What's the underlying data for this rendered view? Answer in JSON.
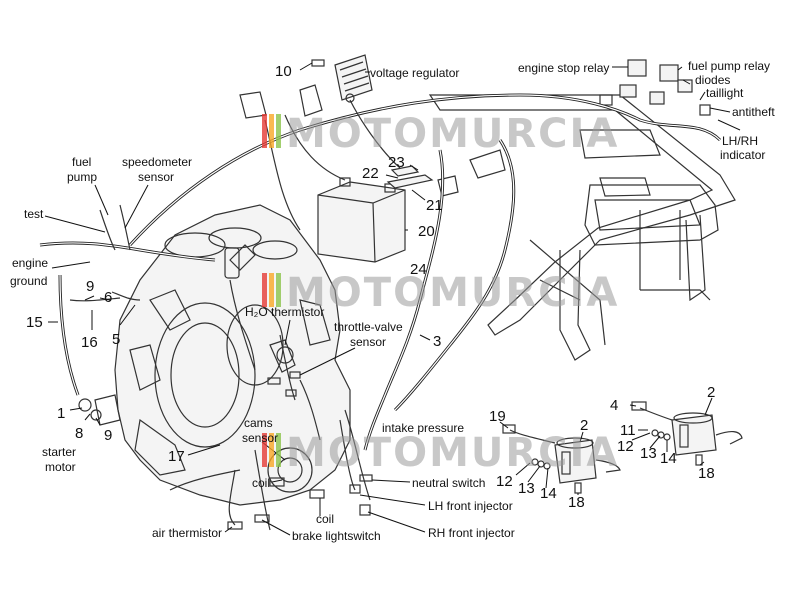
{
  "watermark": {
    "text": "MOTOMURCIA",
    "stripe_colors": [
      "#e53935",
      "#f9a825",
      "#8bc34a"
    ]
  },
  "labels": [
    {
      "id": "voltage-regulator",
      "text": "voltage regulator"
    },
    {
      "id": "engine-stop-relay",
      "text": "engine stop relay"
    },
    {
      "id": "fuel-pump-relay",
      "text": "fuel pump relay"
    },
    {
      "id": "diodes",
      "text": "diodes"
    },
    {
      "id": "taillight",
      "text": "taillight"
    },
    {
      "id": "antitheft",
      "text": "antitheft"
    },
    {
      "id": "lhrh-1",
      "text": "LH/RH"
    },
    {
      "id": "lhrh-2",
      "text": "indicator"
    },
    {
      "id": "fuel-pump-1",
      "text": "fuel"
    },
    {
      "id": "fuel-pump-2",
      "text": "pump"
    },
    {
      "id": "speedo-1",
      "text": "speedometer"
    },
    {
      "id": "speedo-2",
      "text": "sensor"
    },
    {
      "id": "test",
      "text": "test"
    },
    {
      "id": "engine-ground-1",
      "text": "engine"
    },
    {
      "id": "engine-ground-2",
      "text": "ground"
    },
    {
      "id": "h2o-thermistor",
      "text": "H₂O thermistor"
    },
    {
      "id": "throttle-1",
      "text": "throttle-valve"
    },
    {
      "id": "throttle-2",
      "text": "sensor"
    },
    {
      "id": "starter-1",
      "text": "starter"
    },
    {
      "id": "starter-2",
      "text": "motor"
    },
    {
      "id": "cams-1",
      "text": "cams"
    },
    {
      "id": "cams-2",
      "text": "sensor"
    },
    {
      "id": "intake-1",
      "text": "intake pressure"
    },
    {
      "id": "coil-a",
      "text": "coil"
    },
    {
      "id": "coil-b",
      "text": "coil"
    },
    {
      "id": "neutral-switch",
      "text": "neutral switch"
    },
    {
      "id": "lh-front-injector",
      "text": "LH front injector"
    },
    {
      "id": "rh-front-injector",
      "text": "RH front injector"
    },
    {
      "id": "air-thermistor",
      "text": "air thermistor"
    },
    {
      "id": "brake-lightswitch",
      "text": "brake lightswitch"
    }
  ],
  "numbers": [
    {
      "id": "n10",
      "text": "10"
    },
    {
      "id": "n23",
      "text": "23"
    },
    {
      "id": "n22",
      "text": "22"
    },
    {
      "id": "n21",
      "text": "21"
    },
    {
      "id": "n20",
      "text": "20"
    },
    {
      "id": "n24",
      "text": "24"
    },
    {
      "id": "n9a",
      "text": "9"
    },
    {
      "id": "n6",
      "text": "6"
    },
    {
      "id": "n15",
      "text": "15"
    },
    {
      "id": "n16",
      "text": "16"
    },
    {
      "id": "n5",
      "text": "5"
    },
    {
      "id": "n3",
      "text": "3"
    },
    {
      "id": "n1",
      "text": "1"
    },
    {
      "id": "n8",
      "text": "8"
    },
    {
      "id": "n9b",
      "text": "9"
    },
    {
      "id": "n17",
      "text": "17"
    },
    {
      "id": "n19",
      "text": "19"
    },
    {
      "id": "n2a",
      "text": "2"
    },
    {
      "id": "n4",
      "text": "4"
    },
    {
      "id": "n2b",
      "text": "2"
    },
    {
      "id": "n11",
      "text": "11"
    },
    {
      "id": "n12a",
      "text": "12"
    },
    {
      "id": "n13a",
      "text": "13"
    },
    {
      "id": "n14a",
      "text": "14"
    },
    {
      "id": "n18a",
      "text": "18"
    },
    {
      "id": "n12b",
      "text": "12"
    },
    {
      "id": "n13b",
      "text": "13"
    },
    {
      "id": "n14b",
      "text": "14"
    },
    {
      "id": "n18b",
      "text": "18"
    }
  ]
}
